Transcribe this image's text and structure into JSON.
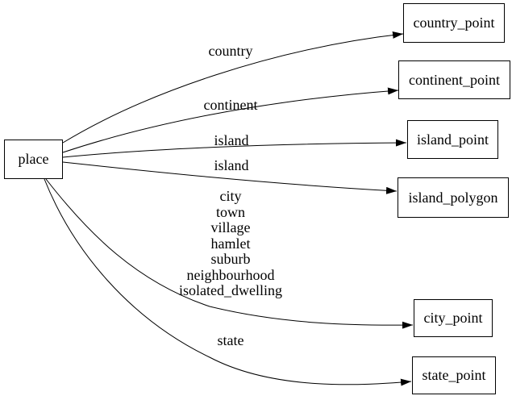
{
  "graph": {
    "background_color": "#ffffff",
    "stroke_color": "#000000",
    "text_color": "#000000",
    "nodes": {
      "place": "place",
      "country_point": "country_point",
      "continent_point": "continent_point",
      "island_point": "island_point",
      "island_polygon": "island_polygon",
      "city_point": "city_point",
      "state_point": "state_point"
    },
    "edge_labels": {
      "country": "country",
      "continent": "continent",
      "island_to_point": "island",
      "island_to_polygon": "island",
      "city_group": [
        "city",
        "town",
        "village",
        "hamlet",
        "suburb",
        "neighbourhood",
        "isolated_dwelling"
      ],
      "state": "state"
    },
    "edges": [
      {
        "from": "place",
        "to": "country_point",
        "label": "country"
      },
      {
        "from": "place",
        "to": "continent_point",
        "label": "continent"
      },
      {
        "from": "place",
        "to": "island_point",
        "label": "island"
      },
      {
        "from": "place",
        "to": "island_polygon",
        "label": "island"
      },
      {
        "from": "place",
        "to": "city_point",
        "label": "city town village hamlet suburb neighbourhood isolated_dwelling"
      },
      {
        "from": "place",
        "to": "state_point",
        "label": "state"
      }
    ]
  }
}
